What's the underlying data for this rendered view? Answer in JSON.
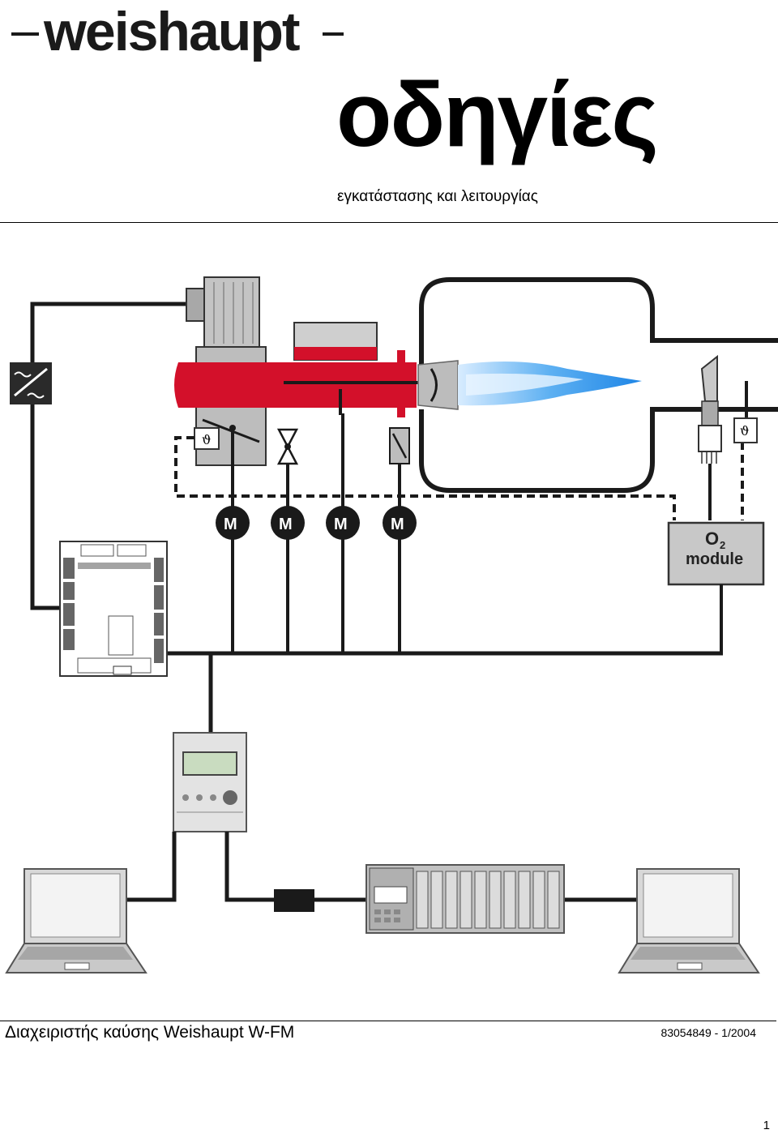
{
  "brand": {
    "name": "weishaupt"
  },
  "header": {
    "title": "οδηγίες",
    "subtitle": "εγκατάστασης και λειτουργίας"
  },
  "diagram": {
    "motor_label": "M",
    "o2_label": "O",
    "o2_subscript": "2",
    "module_label": "module",
    "theta_symbol": "ϑ",
    "colors": {
      "burner_red": "#d3102a",
      "flame_blue": "#2a8ee8",
      "line": "#1a1a1a",
      "housing_gray": "#b9b9b9"
    }
  },
  "footer": {
    "title": "Διαχειριστής καύσης Weishaupt W-FM",
    "code": "83054849 - 1/2004",
    "page": "1"
  }
}
